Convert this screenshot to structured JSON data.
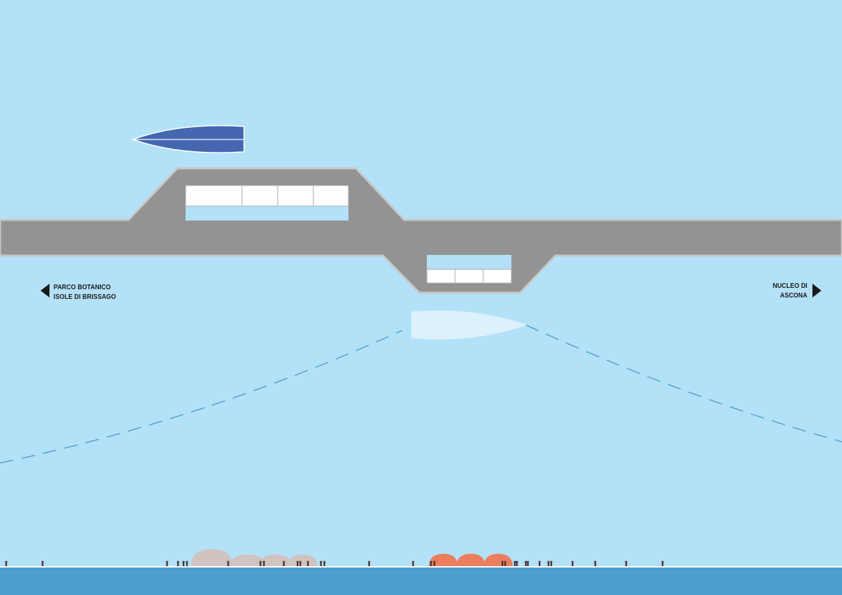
{
  "directions": {
    "left": {
      "line1": "PARCO BOTANICO",
      "line2": "ISOLE DI BRISSAGO",
      "arrow_icon": "arrow-left-icon"
    },
    "right": {
      "line1": "NUCLEO DI",
      "line2": "ASCONA",
      "arrow_icon": "arrow-right-icon"
    }
  },
  "colors": {
    "sky_water": "#b3e1f7",
    "pier": "#939393",
    "pier_edge": "#c7c7c7",
    "lake": "#4c9ed0",
    "boat_moored": "#4467b0",
    "boat_ghost": "#ffffff",
    "route_dash": "#3f9ad0",
    "tree_grey": "#d1c3c0",
    "tree_orange": "#ec7d5f",
    "figure": "#4a3530"
  },
  "icons": [
    "boat-icon",
    "ghost-boat-icon",
    "arrow-left-icon",
    "arrow-right-icon",
    "tree-icon",
    "person-icon"
  ]
}
